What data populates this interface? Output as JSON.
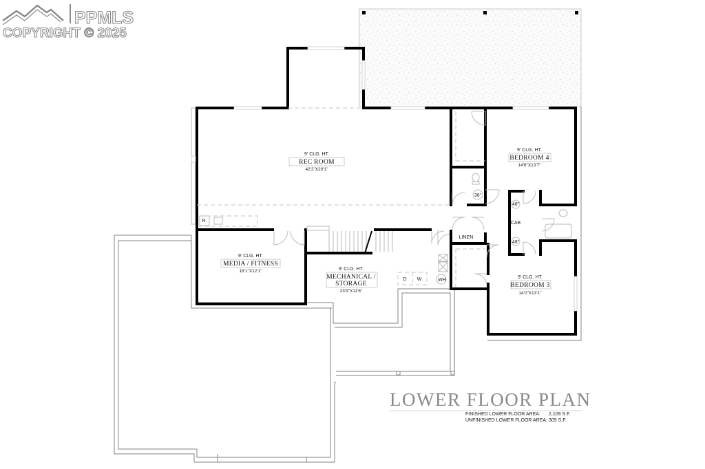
{
  "watermark": {
    "brand": "PPMLS",
    "copyright": "COPYRIGHT © 2025"
  },
  "rooms": {
    "rec_room": {
      "ceiling": "9' CLG. HT.",
      "name": "REC ROOM",
      "dims": "42'2\"X20'1\""
    },
    "bedroom4": {
      "ceiling": "9' CLG. HT.",
      "name": "BEDROOM 4",
      "dims": "14'6\"X13'7\""
    },
    "media": {
      "ceiling": "9' CLG. HT.",
      "name": "MEDIA / FITNESS",
      "dims": "18'1\"X12'1\""
    },
    "mechanical": {
      "ceiling": "9' CLG. HT.",
      "name_line1": "MECHANICAL /",
      "name_line2": "STORAGE",
      "dims": "23'9\"X11'6\""
    },
    "bedroom3": {
      "ceiling": "9' CLG. HT.",
      "name": "BEDROOM 3",
      "dims": "14'0\"X13'1\""
    }
  },
  "fixtures": {
    "shower_36": "36\"",
    "shower_48_top": "48\"",
    "cab": "CAB",
    "shower_48_bottom": "48\"",
    "linen": "LINEN",
    "dryer": "D",
    "washer": "W",
    "water_heater": "WH",
    "range": "R."
  },
  "title_block": {
    "title": "LOWER FLOOR PLAN",
    "finished_label": "FINISHED LOWER FLOOR AREA:",
    "finished_value": "2,109 S.F.",
    "unfinished_label": "UNFINISHED LOWER FLOOR AREA:",
    "unfinished_value": "305 S.F."
  }
}
